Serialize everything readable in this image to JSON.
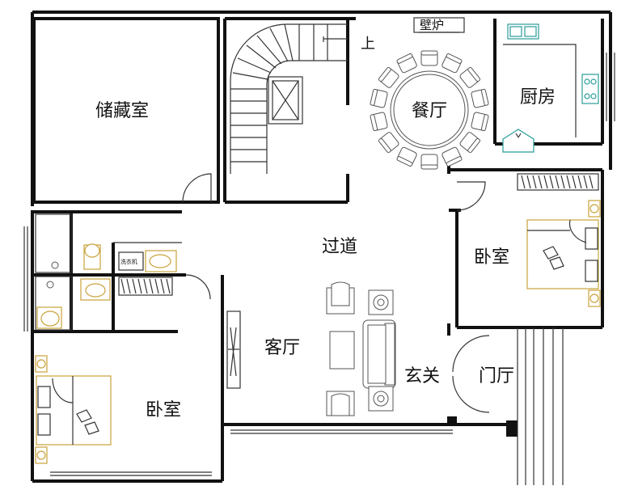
{
  "rooms": {
    "storage": "储藏室",
    "dining": "餐厅",
    "kitchen": "厨房",
    "hallway": "过道",
    "bedroom_right": "卧室",
    "living": "客厅",
    "foyer": "玄关",
    "entrance_hall": "门厅",
    "bedroom_left": "卧室"
  },
  "labels": {
    "fireplace": "壁炉",
    "stairs_up": "上",
    "washer": "洗衣机"
  },
  "colors": {
    "wall": "#111111",
    "bed": "#c9a23a",
    "kitchen_fixture": "#2a9d9a"
  },
  "chairs": {
    "dining_chair_count": 14
  }
}
